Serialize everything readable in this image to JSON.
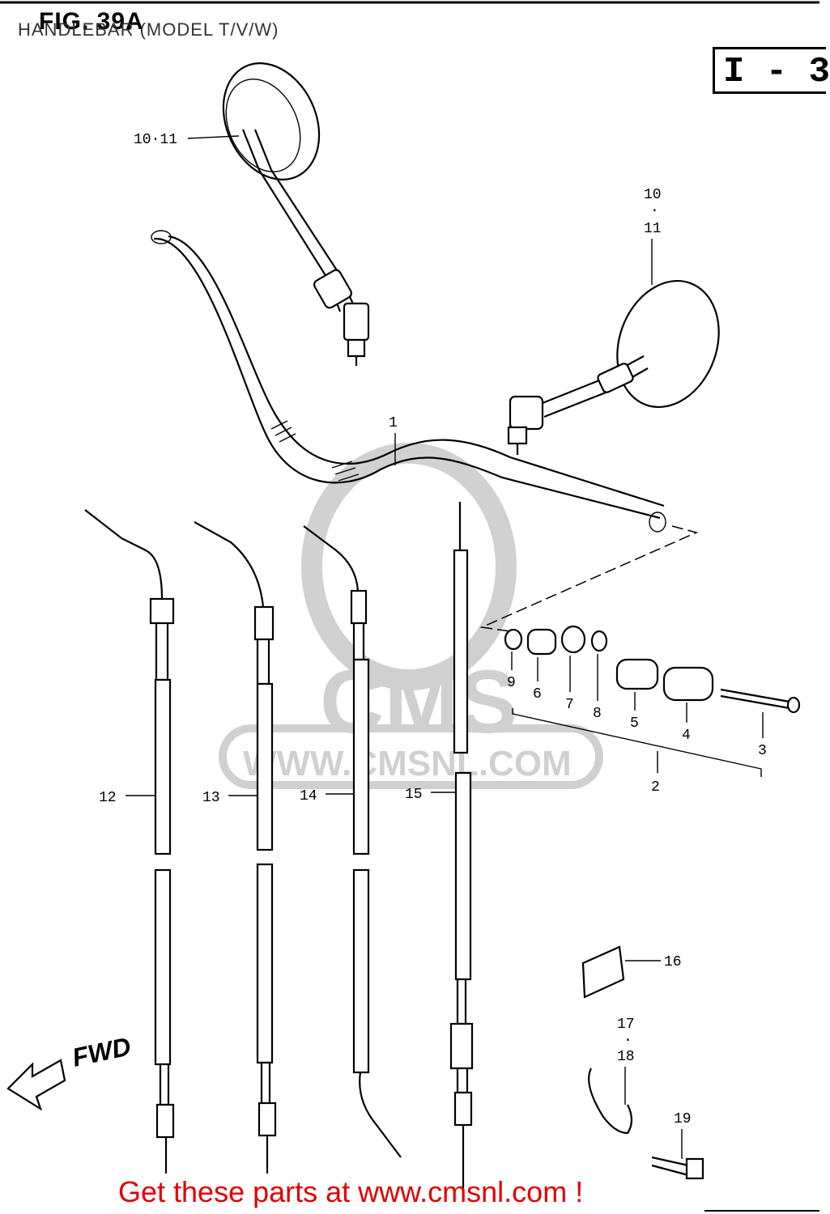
{
  "header": {
    "figure_title": "FIG. 39A",
    "subtitle": "HANDLEBAR (MODEL T/V/W)",
    "page_badge": "I - 3"
  },
  "watermark": {
    "brand": "CMS",
    "url": "WWW.CMSNL.COM"
  },
  "direction_label": "FWD",
  "callouts": [
    {
      "id": "1",
      "text": "1"
    },
    {
      "id": "2",
      "text": "2"
    },
    {
      "id": "3",
      "text": "3"
    },
    {
      "id": "4",
      "text": "4"
    },
    {
      "id": "5",
      "text": "5"
    },
    {
      "id": "6",
      "text": "6"
    },
    {
      "id": "7",
      "text": "7"
    },
    {
      "id": "8",
      "text": "8"
    },
    {
      "id": "9",
      "text": "9"
    },
    {
      "id": "10-11-left",
      "text": "10·11"
    },
    {
      "id": "10-right",
      "text": "10"
    },
    {
      "id": "11-right",
      "text": "11"
    },
    {
      "id": "12",
      "text": "12"
    },
    {
      "id": "13",
      "text": "13"
    },
    {
      "id": "14",
      "text": "14"
    },
    {
      "id": "15",
      "text": "15"
    },
    {
      "id": "16",
      "text": "16"
    },
    {
      "id": "17",
      "text": "17"
    },
    {
      "id": "18",
      "text": "18"
    },
    {
      "id": "19",
      "text": "19"
    }
  ],
  "footer": {
    "link_text": "Get these parts at www.cmsnl.com !"
  }
}
